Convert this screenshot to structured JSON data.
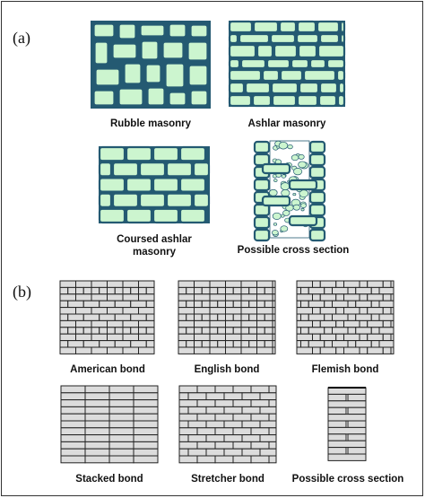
{
  "panel_a": {
    "label": "(a)",
    "captions": {
      "rubble": "Rubble masonry",
      "ashlar": "Ashlar masonry",
      "coursed_line1": "Coursed ashlar",
      "coursed_line2": "masonry",
      "cross_section": "Possible cross section"
    }
  },
  "panel_b": {
    "label": "(b)",
    "captions": {
      "american": "American bond",
      "english": "English bond",
      "flemish": "Flemish bond",
      "stacked": "Stacked bond",
      "stretcher": "Stretcher bond",
      "cross_section": "Possible cross section"
    }
  },
  "colors": {
    "stone_fill": "#ccf5cf",
    "stone_stroke": "#245a72",
    "brick_fill": "#dcdcdc",
    "brick_stroke": "#222222"
  }
}
